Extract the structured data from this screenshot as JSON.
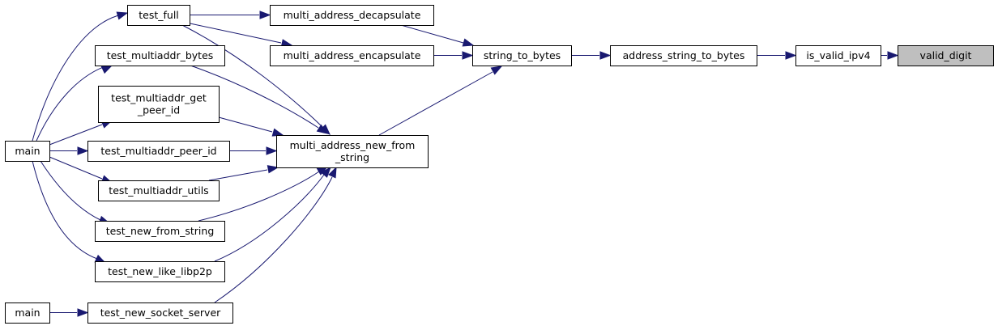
{
  "graph": {
    "title": "valid_digit caller graph",
    "nodes": {
      "valid_digit": {
        "lines": [
          "valid_digit"
        ],
        "highlight": true
      },
      "is_valid_ipv4": {
        "lines": [
          "is_valid_ipv4"
        ]
      },
      "address_string_to_bytes": {
        "lines": [
          "address_string_to_bytes"
        ]
      },
      "string_to_bytes": {
        "lines": [
          "string_to_bytes"
        ]
      },
      "multi_address_decapsulate": {
        "lines": [
          "multi_address_decapsulate"
        ]
      },
      "multi_address_encapsulate": {
        "lines": [
          "multi_address_encapsulate"
        ]
      },
      "multi_address_new_from_string": {
        "lines": [
          "multi_address_new_from",
          "_string"
        ]
      },
      "test_full": {
        "lines": [
          "test_full"
        ]
      },
      "test_multiaddr_bytes": {
        "lines": [
          "test_multiaddr_bytes"
        ]
      },
      "test_multiaddr_get_peer_id": {
        "lines": [
          "test_multiaddr_get",
          "_peer_id"
        ]
      },
      "test_multiaddr_peer_id": {
        "lines": [
          "test_multiaddr_peer_id"
        ]
      },
      "test_multiaddr_utils": {
        "lines": [
          "test_multiaddr_utils"
        ]
      },
      "test_new_from_string": {
        "lines": [
          "test_new_from_string"
        ]
      },
      "test_new_like_libp2p": {
        "lines": [
          "test_new_like_libp2p"
        ]
      },
      "test_new_socket_server": {
        "lines": [
          "test_new_socket_server"
        ]
      },
      "main_1": {
        "lines": [
          "main"
        ]
      },
      "main_2": {
        "lines": [
          "main"
        ]
      }
    },
    "edges": [
      {
        "from": "is_valid_ipv4",
        "to": "valid_digit"
      },
      {
        "from": "address_string_to_bytes",
        "to": "is_valid_ipv4"
      },
      {
        "from": "string_to_bytes",
        "to": "address_string_to_bytes"
      },
      {
        "from": "multi_address_decapsulate",
        "to": "string_to_bytes"
      },
      {
        "from": "multi_address_encapsulate",
        "to": "string_to_bytes"
      },
      {
        "from": "multi_address_new_from_string",
        "to": "string_to_bytes"
      },
      {
        "from": "test_full",
        "to": "multi_address_decapsulate"
      },
      {
        "from": "test_full",
        "to": "multi_address_encapsulate"
      },
      {
        "from": "test_full",
        "to": "multi_address_new_from_string"
      },
      {
        "from": "test_multiaddr_bytes",
        "to": "multi_address_new_from_string"
      },
      {
        "from": "test_multiaddr_get_peer_id",
        "to": "multi_address_new_from_string"
      },
      {
        "from": "test_multiaddr_peer_id",
        "to": "multi_address_new_from_string"
      },
      {
        "from": "test_multiaddr_utils",
        "to": "multi_address_new_from_string"
      },
      {
        "from": "test_new_from_string",
        "to": "multi_address_new_from_string"
      },
      {
        "from": "test_new_like_libp2p",
        "to": "multi_address_new_from_string"
      },
      {
        "from": "test_new_socket_server",
        "to": "multi_address_new_from_string"
      },
      {
        "from": "main_1",
        "to": "test_full"
      },
      {
        "from": "main_1",
        "to": "test_multiaddr_bytes"
      },
      {
        "from": "main_1",
        "to": "test_multiaddr_get_peer_id"
      },
      {
        "from": "main_1",
        "to": "test_multiaddr_peer_id"
      },
      {
        "from": "main_1",
        "to": "test_multiaddr_utils"
      },
      {
        "from": "main_1",
        "to": "test_new_from_string"
      },
      {
        "from": "main_1",
        "to": "test_new_like_libp2p"
      },
      {
        "from": "main_2",
        "to": "test_new_socket_server"
      }
    ]
  },
  "colors": {
    "edge": "#191970",
    "highlight_fill": "#bfbfbf",
    "node_border": "#000000"
  }
}
